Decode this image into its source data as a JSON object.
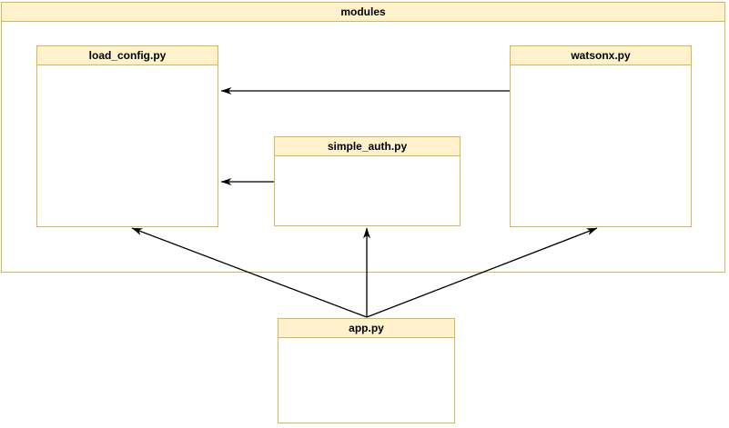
{
  "diagram": {
    "container": {
      "label": "modules"
    },
    "nodes": {
      "load_config": {
        "label": "load_config.py"
      },
      "watsonx": {
        "label": "watsonx.py"
      },
      "simple_auth": {
        "label": "simple_auth.py"
      },
      "app": {
        "label": "app.py"
      }
    },
    "edges": [
      {
        "from": "watsonx.py",
        "to": "load_config.py"
      },
      {
        "from": "simple_auth.py",
        "to": "load_config.py"
      },
      {
        "from": "app.py",
        "to": "load_config.py"
      },
      {
        "from": "app.py",
        "to": "simple_auth.py"
      },
      {
        "from": "app.py",
        "to": "watsonx.py"
      }
    ],
    "colors": {
      "header_fill": "#FFF2CC",
      "box_stroke": "#D6B656",
      "arrow": "#000000",
      "background": "#FFFFFF"
    }
  }
}
